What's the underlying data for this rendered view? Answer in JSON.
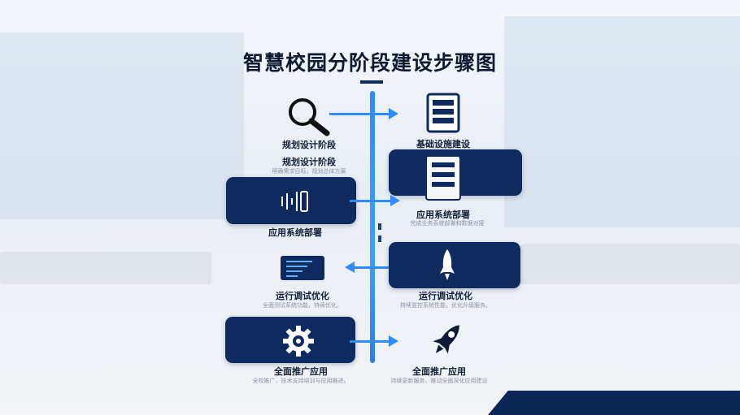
{
  "title": "智慧校园分阶段建设步骤图",
  "stages": {
    "planning": {
      "icon_label": "规划设计阶段",
      "label": "规划设计阶段",
      "desc": "明确需求目标，规划总体方案"
    },
    "infrastructure": {
      "label": "基础设施建设",
      "desc": ""
    },
    "deploy_left": {
      "label": "应用系统部署"
    },
    "deploy_right": {
      "label": "应用系统部署",
      "desc": "完成业务系统部署和数据对接"
    },
    "optimize_left": {
      "label": "运行调试优化",
      "desc": "全面测试系统功能，持续优化。"
    },
    "optimize_right": {
      "label": "运行调试优化",
      "desc": "持续监控系统性能，优化升级服务。"
    },
    "promote_left": {
      "label": "全面推广应用",
      "desc": "全校推广，技术支持培训与应用推进。"
    },
    "promote_right": {
      "label": "全面推广应用",
      "desc": "持续更新服务，推动全面深化应用建设"
    }
  },
  "icons": [
    "magnifier-icon",
    "server-icon",
    "waveform-icon",
    "server-icon",
    "code-screen-icon",
    "rocket-icon",
    "gear-icon",
    "rocket-launch-icon"
  ],
  "colors": {
    "card": "#0f2a5e",
    "arrow": "#2f8cff",
    "title": "#0f1b33"
  }
}
